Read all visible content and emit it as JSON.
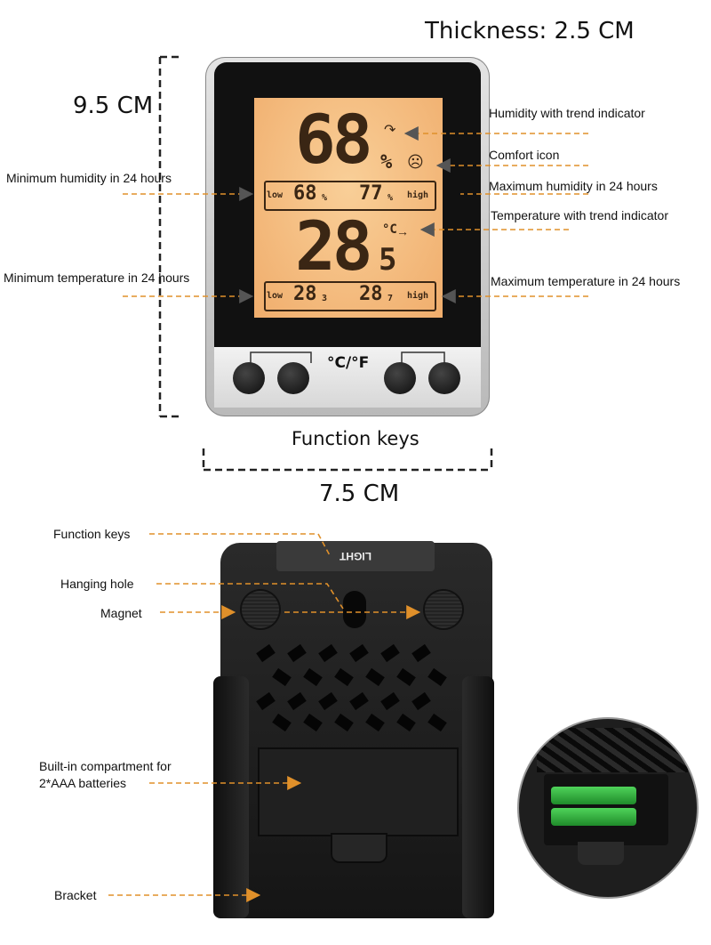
{
  "top": {
    "thickness": "Thickness: 2.5 CM",
    "height": "9.5 CM",
    "width": "7.5 CM",
    "function_keys": "Function keys",
    "unit_label": "°C/°F",
    "left_callouts": [
      "Minimum humidity in 24 hours",
      "Minimum temperature in 24 hours"
    ],
    "right_callouts": [
      "Humidity with trend indicator",
      "Comfort icon",
      "Maximum humidity in 24 hours",
      "Temperature with trend indicator",
      "Maximum temperature in 24 hours"
    ]
  },
  "lcd": {
    "humidity": "68",
    "humidity_unit": "%",
    "min_humidity": "68",
    "max_humidity": "77",
    "temperature": "28",
    "temperature_decimal": "5",
    "temp_unit": "°C",
    "min_temp": "28",
    "min_temp_decimal": "3",
    "max_temp": "28",
    "max_temp_decimal": "7",
    "low_label": "low",
    "high_label": "high",
    "small_percent": "%"
  },
  "back": {
    "light_label": "LIGHT",
    "callouts": [
      "Function keys",
      "Hanging hole",
      "Magnet",
      "Built-in compartment for",
      "2*AAA batteries",
      "Bracket"
    ]
  },
  "colors": {
    "lcd_bg": "#f4b97a",
    "frame": "#c9c9c9",
    "callout_line": "#e0902a",
    "body_black": "#1b1b1b"
  }
}
